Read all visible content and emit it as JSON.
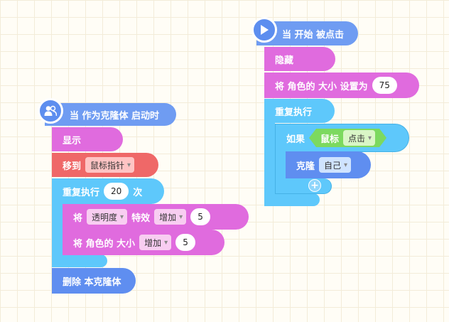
{
  "script_left": {
    "hat_label": "当 作为克隆体 启动时",
    "show_label": "显示",
    "move_label": "移到",
    "move_target": "鼠标指针",
    "repeat_label": "重复执行",
    "repeat_count": "20",
    "repeat_unit": "次",
    "effect_prefix": "将",
    "effect_name": "透明度",
    "effect_label": "特效",
    "effect_op": "增加",
    "effect_value": "5",
    "size_label": "将 角色的 大小",
    "size_op": "增加",
    "size_value": "5",
    "delete_label": "删除 本克隆体"
  },
  "script_right": {
    "hat_label": "当 开始 被点击",
    "hide_label": "隐藏",
    "set_size_label": "将 角色的 大小 设置为",
    "set_size_value": "75",
    "forever_label": "重复执行",
    "if_label": "如果",
    "mouse_label": "鼠标",
    "mouse_event": "点击",
    "clone_label": "克隆",
    "clone_target": "自己",
    "add_symbol": "+"
  },
  "icons": {
    "clone_hat": "clone-people-icon",
    "start_hat": "play-icon",
    "dropdown": "chevron-down-icon"
  },
  "colors": {
    "events_blue": "#5f8ef0",
    "looks_pink": "#e06bde",
    "motion_red": "#ef6868",
    "control_sky": "#5ec8fb",
    "sensing_green": "#7cd95f"
  }
}
